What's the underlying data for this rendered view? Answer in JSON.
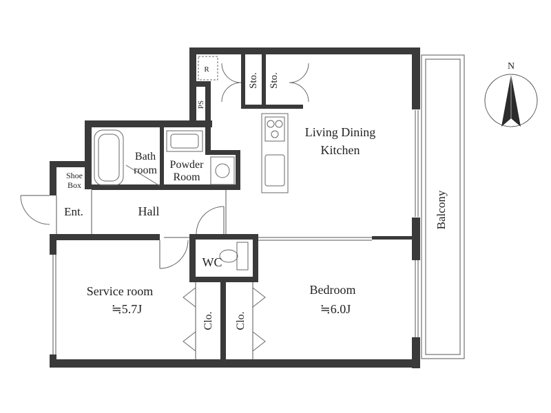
{
  "rooms": {
    "ldk": {
      "line1": "Living Dining",
      "line2": "Kitchen"
    },
    "bath": {
      "line1": "Bath",
      "line2": "room"
    },
    "powder": {
      "line1": "Powder",
      "line2": "Room"
    },
    "shoe_box": {
      "line1": "Shoe",
      "line2": "Box"
    },
    "entrance": "Ent.",
    "hall": "Hall",
    "wc": "WC",
    "service": {
      "name": "Service room",
      "size": "≒5.7J"
    },
    "bedroom": {
      "name": "Bedroom",
      "size": "≒6.0J"
    },
    "balcony": "Balcony"
  },
  "storage": {
    "sto1": "Sto.",
    "sto2": "Sto.",
    "clo1": "Clo.",
    "clo2": "Clo.",
    "ps": "PS",
    "r": "R"
  },
  "compass": {
    "north": "N"
  },
  "colors": {
    "wall": "#3a3a3a",
    "line": "#555555",
    "background": "#ffffff"
  }
}
